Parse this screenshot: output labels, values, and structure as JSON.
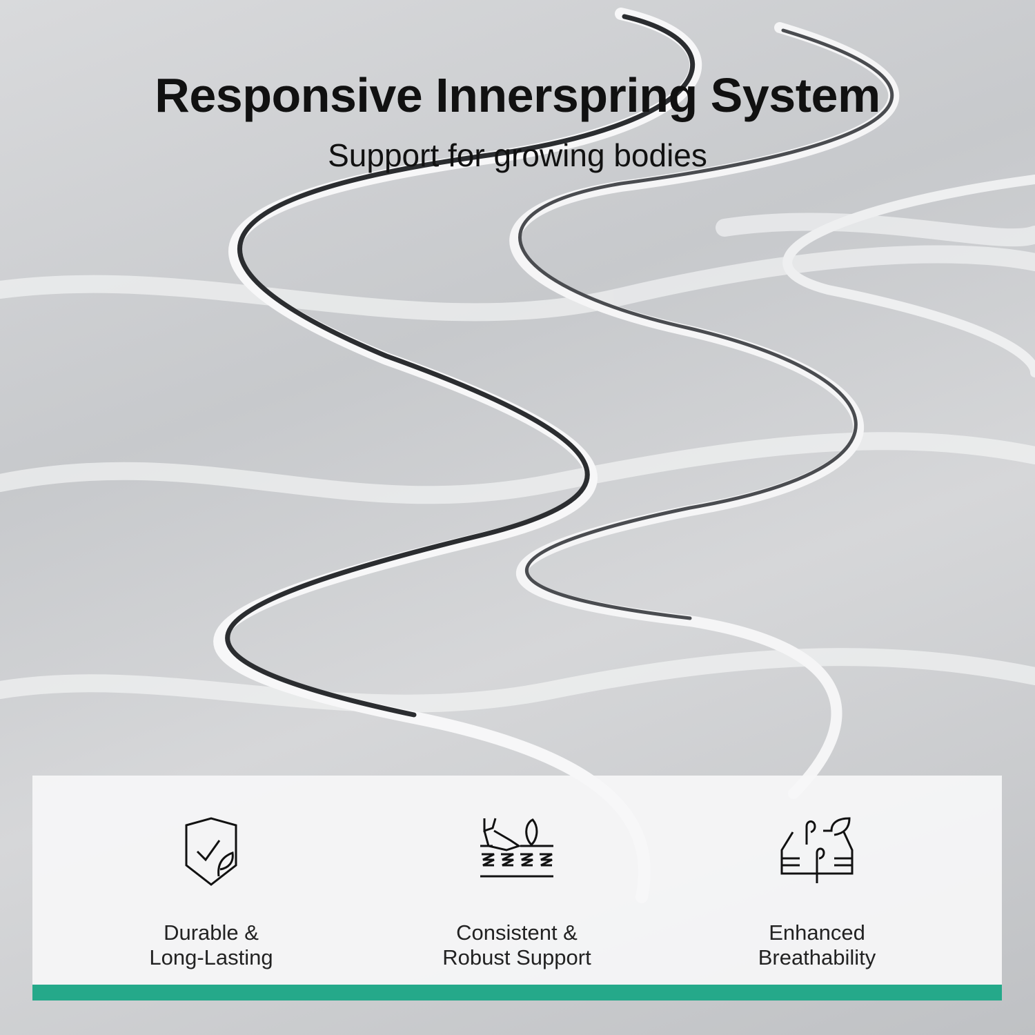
{
  "header": {
    "title": "Responsive Innerspring System",
    "subtitle": "Support for growing bodies"
  },
  "features": [
    {
      "icon": "shield-check-leaf-icon",
      "line1": "Durable &",
      "line2": "Long-Lasting"
    },
    {
      "icon": "foot-on-springs-icon",
      "line1": "Consistent &",
      "line2": "Robust Support"
    },
    {
      "icon": "breathable-layers-icon",
      "line1": "Enhanced",
      "line2": "Breathability"
    }
  ],
  "colors": {
    "accent": "#25a98a"
  }
}
